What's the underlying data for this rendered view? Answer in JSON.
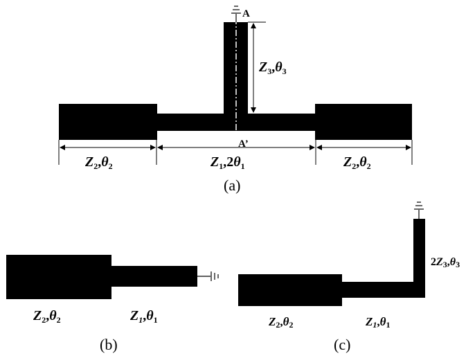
{
  "colors": {
    "line": "#000000",
    "background": "#ffffff"
  },
  "icons": {
    "ground": "ground-symbol-icon"
  },
  "panel_a": {
    "caption": "(a)",
    "node_top": "A",
    "node_bottom": "A’",
    "stub": {
      "z": "Z",
      "z_sub": "3",
      "theta": "θ",
      "theta_sub": "3",
      "sep": ","
    },
    "left": {
      "z": "Z",
      "z_sub": "2",
      "theta": "θ",
      "theta_sub": "2",
      "sep": ","
    },
    "middle": {
      "z": "Z",
      "z_sub": "1",
      "theta_prefix": "2",
      "theta": "θ",
      "theta_sub": "1",
      "sep": ","
    },
    "right": {
      "z": "Z",
      "z_sub": "2",
      "theta": "θ",
      "theta_sub": "2",
      "sep": ","
    }
  },
  "panel_b": {
    "caption": "(b)",
    "left": {
      "z": "Z",
      "z_sub": "2",
      "theta": "θ",
      "theta_sub": "2",
      "sep": ","
    },
    "right": {
      "z": "Z",
      "z_sub": "1",
      "theta": "θ",
      "theta_sub": "1",
      "sep": ","
    }
  },
  "panel_c": {
    "caption": "(c)",
    "stub": {
      "prefix": "2",
      "z": "Z",
      "z_sub": "3",
      "theta": "θ",
      "theta_sub": "3",
      "sep": ","
    },
    "left": {
      "z": "Z",
      "z_sub": "2",
      "theta": "θ",
      "theta_sub": "2",
      "sep": ","
    },
    "right": {
      "z": "Z",
      "z_sub": "1",
      "theta": "θ",
      "theta_sub": "1",
      "sep": ","
    }
  }
}
